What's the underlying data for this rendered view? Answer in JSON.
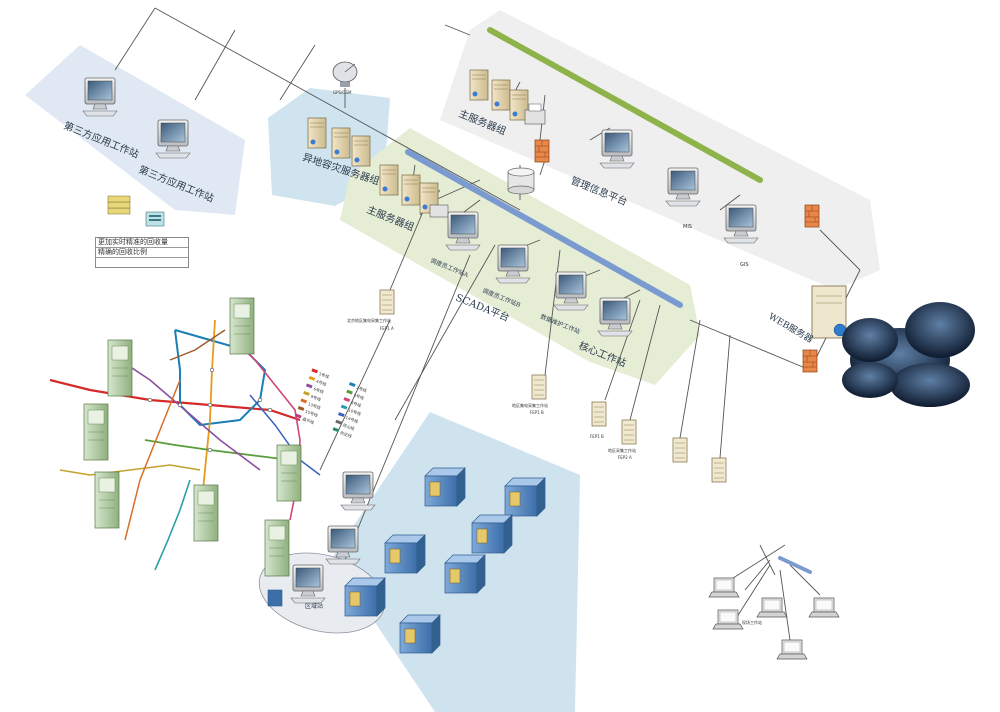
{
  "zones": {
    "third_party_ws_1": "第三方应用工作站",
    "third_party_ws_2": "第三方应用工作站",
    "remote_backup": "异地容灾服务器组",
    "main_server_top": "主服务器组",
    "main_server_scada": "主服务器组",
    "mgmt_platform": "管理信息平台",
    "mis": "MIS",
    "gis": "GIS",
    "web_server": "WEB服务器",
    "scada_platform": "SCADA平台",
    "dispatcher_a": "调度员工作站A",
    "dispatcher_b": "调度员工作站B",
    "maintenance": "数据维护工作站",
    "core_ws": "核心工作站",
    "region_station": "区域站",
    "gps": "GPS/GSM",
    "field_ws": "现场工作站"
  },
  "notes": {
    "rows": [
      "更加实时精准的回收量",
      "精确的回收比例",
      ""
    ]
  },
  "fep_labels": {
    "fep_a_name": "北京地区集电采集工作站",
    "fep_a_id": "FEP1 A",
    "fep_b_name": "地区集电采集工作站",
    "fep_b_id": "FEP1 B",
    "fep_c_id": "FEP1 B",
    "fep_d_name": "地区采集工作站",
    "fep_d_id": "FEP2 A"
  },
  "metro_legend": [
    "1号线",
    "2号线",
    "4号线",
    "5号线",
    "6号线",
    "8号线",
    "9号线",
    "10号线",
    "13号线",
    "14号线",
    "15号线",
    "房山线",
    "昌平线",
    "亦庄线"
  ],
  "colors": {
    "panel_blue": "#dbe5f1",
    "scada_green": "#e6edd5",
    "kiosk_zone": "#cfe3ee",
    "gray_zone": "#ececec",
    "bus_green": "#8db34a",
    "bus_blue": "#7b9bd0",
    "firewall": "#e07a3a",
    "cabinet_green": "#8dbf6e"
  }
}
